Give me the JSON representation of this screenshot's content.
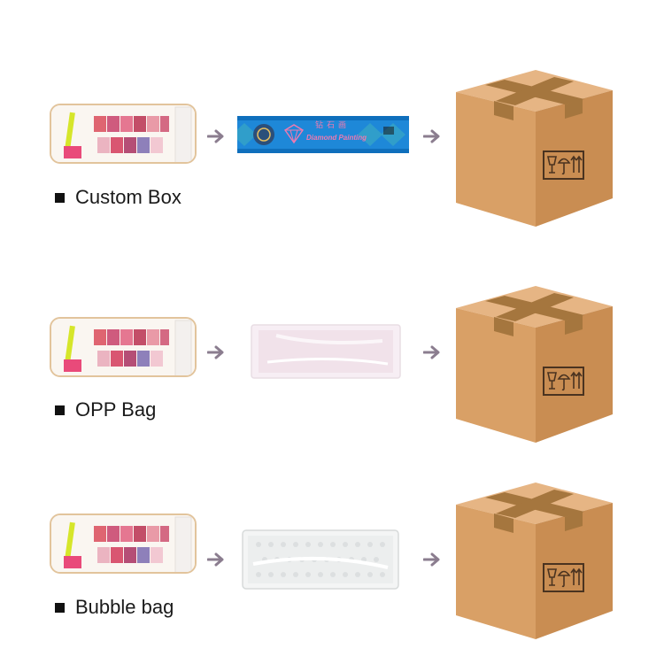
{
  "rows": [
    {
      "label": "Custom Box",
      "pack_type": "custom-box"
    },
    {
      "label": "OPP Bag",
      "pack_type": "opp-bag"
    },
    {
      "label": "Bubble bag",
      "pack_type": "bubble-bag"
    }
  ],
  "custom_box": {
    "title_cn": "钻石画",
    "brand_text": "Diamond Painting"
  },
  "colors": {
    "kit_border": "#e2c49c",
    "arrow": "#8b7d8f",
    "box_tan": "#d8a26a",
    "custom_box_blue": "#1e88d8"
  },
  "icons": [
    "arrow-right-icon",
    "fragile-icon",
    "umbrella-icon",
    "this-side-up-icon"
  ]
}
